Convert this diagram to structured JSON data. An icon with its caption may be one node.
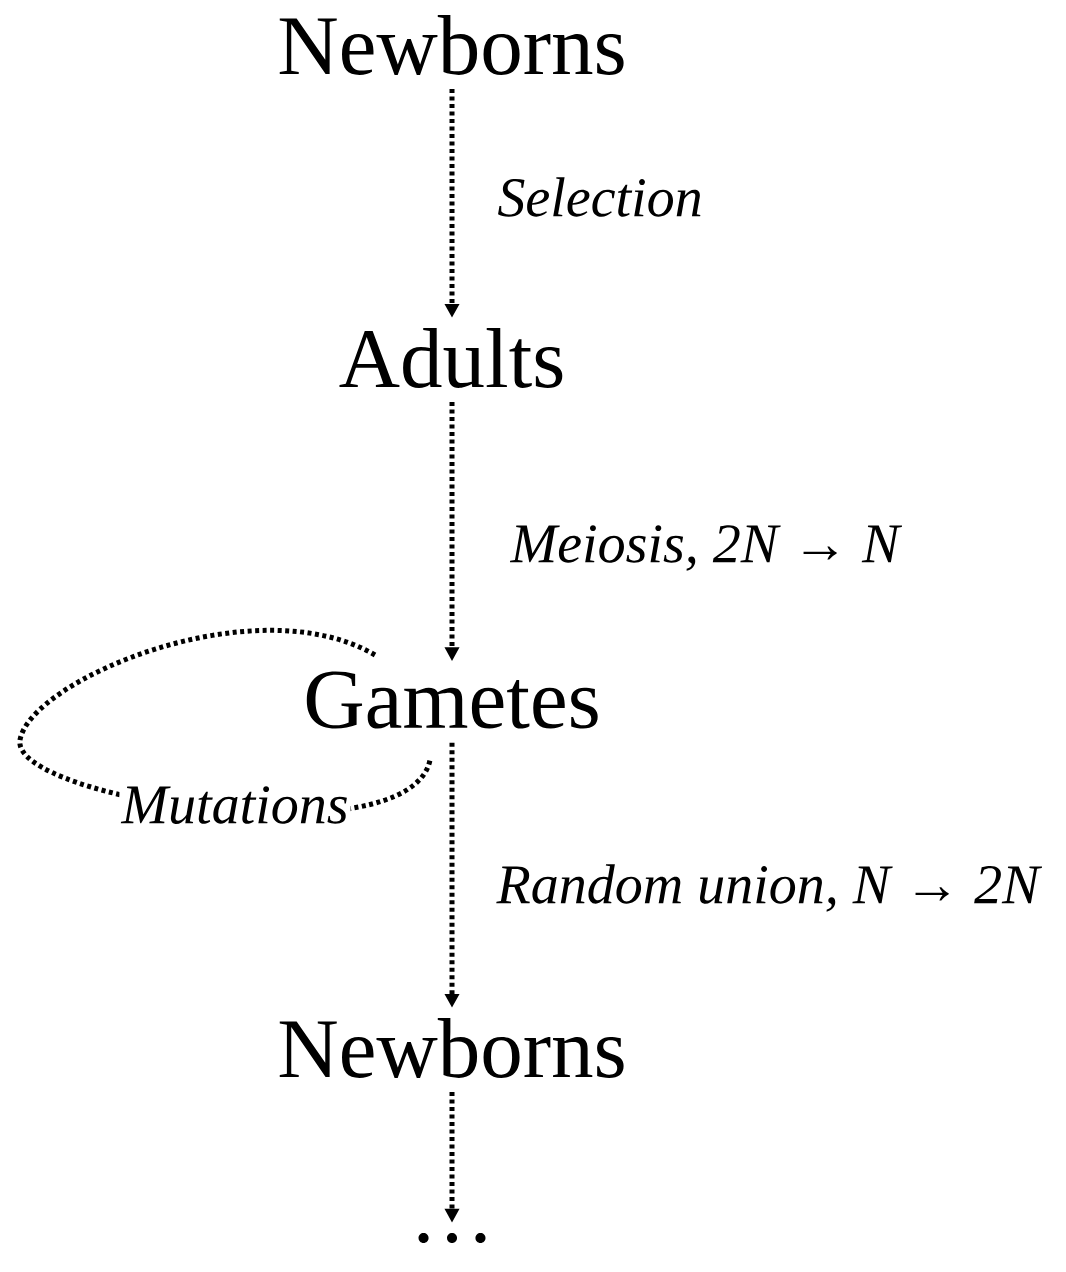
{
  "diagram": {
    "nodes": [
      {
        "text": [
          "Newborns"
        ]
      },
      {
        "text": [
          "Adults"
        ]
      },
      {
        "text": [
          "Gametes"
        ]
      },
      {
        "text": [
          "Newborns"
        ]
      },
      {
        "text": [
          "…"
        ]
      }
    ],
    "edges": [
      {
        "from": 0,
        "to": 1,
        "arrow": "to",
        "label": "Selection"
      },
      {
        "from": 1,
        "to": 2,
        "arrow": "to",
        "label": "Meiosis, 2N → N"
      },
      {
        "from": 2,
        "to": 2,
        "arrow": "none",
        "label": "Mutations"
      },
      {
        "from": 2,
        "to": 3,
        "arrow": "to",
        "label": "Random union, N → 2N"
      },
      {
        "from": 3,
        "to": 4,
        "arrow": "to"
      }
    ]
  }
}
